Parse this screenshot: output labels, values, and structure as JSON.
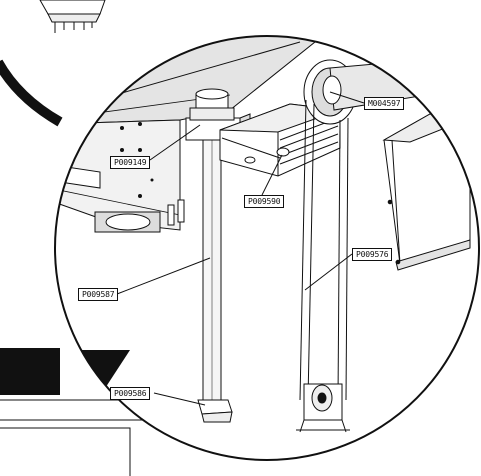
{
  "callouts": [
    {
      "id": "m004597",
      "text": "M004597"
    },
    {
      "id": "p009149",
      "text": "P009149"
    },
    {
      "id": "p009590",
      "text": "P009590"
    },
    {
      "id": "p009576",
      "text": "P009576"
    },
    {
      "id": "p009587",
      "text": "P009587"
    },
    {
      "id": "p009586",
      "text": "P009586"
    }
  ],
  "colors": {
    "line": "#111111",
    "panel_fill": "#e6e6e6",
    "belt_fill": "#f4f4f4",
    "band_fill": "#111111"
  }
}
